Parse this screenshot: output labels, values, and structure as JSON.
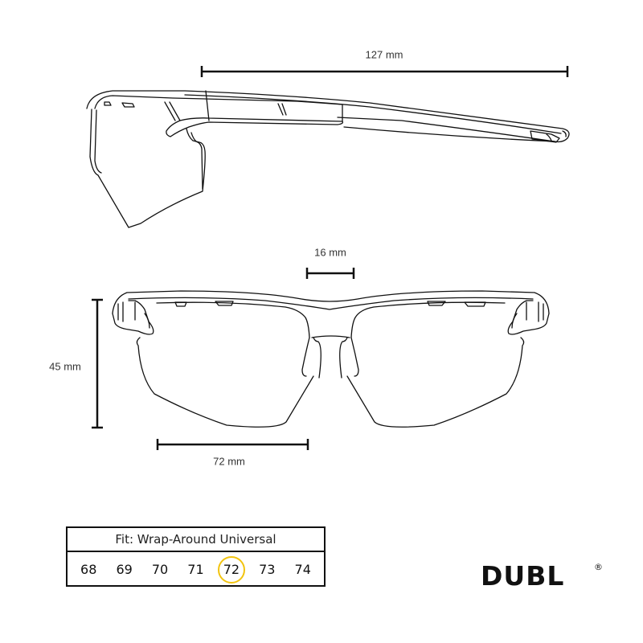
{
  "dimensions": {
    "temple_length": "127 mm",
    "bridge_width": "16 mm",
    "lens_height": "45 mm",
    "lens_width": "72 mm"
  },
  "fit_table": {
    "header": "Fit: Wrap-Around Universal",
    "sizes": [
      "68",
      "69",
      "70",
      "71",
      "72",
      "73",
      "74"
    ],
    "selected": "72",
    "highlight_color": "#F2C40F"
  },
  "brand": {
    "name": "DUBL",
    "registered_mark": "®"
  },
  "views": [
    "side-view",
    "front-view"
  ]
}
